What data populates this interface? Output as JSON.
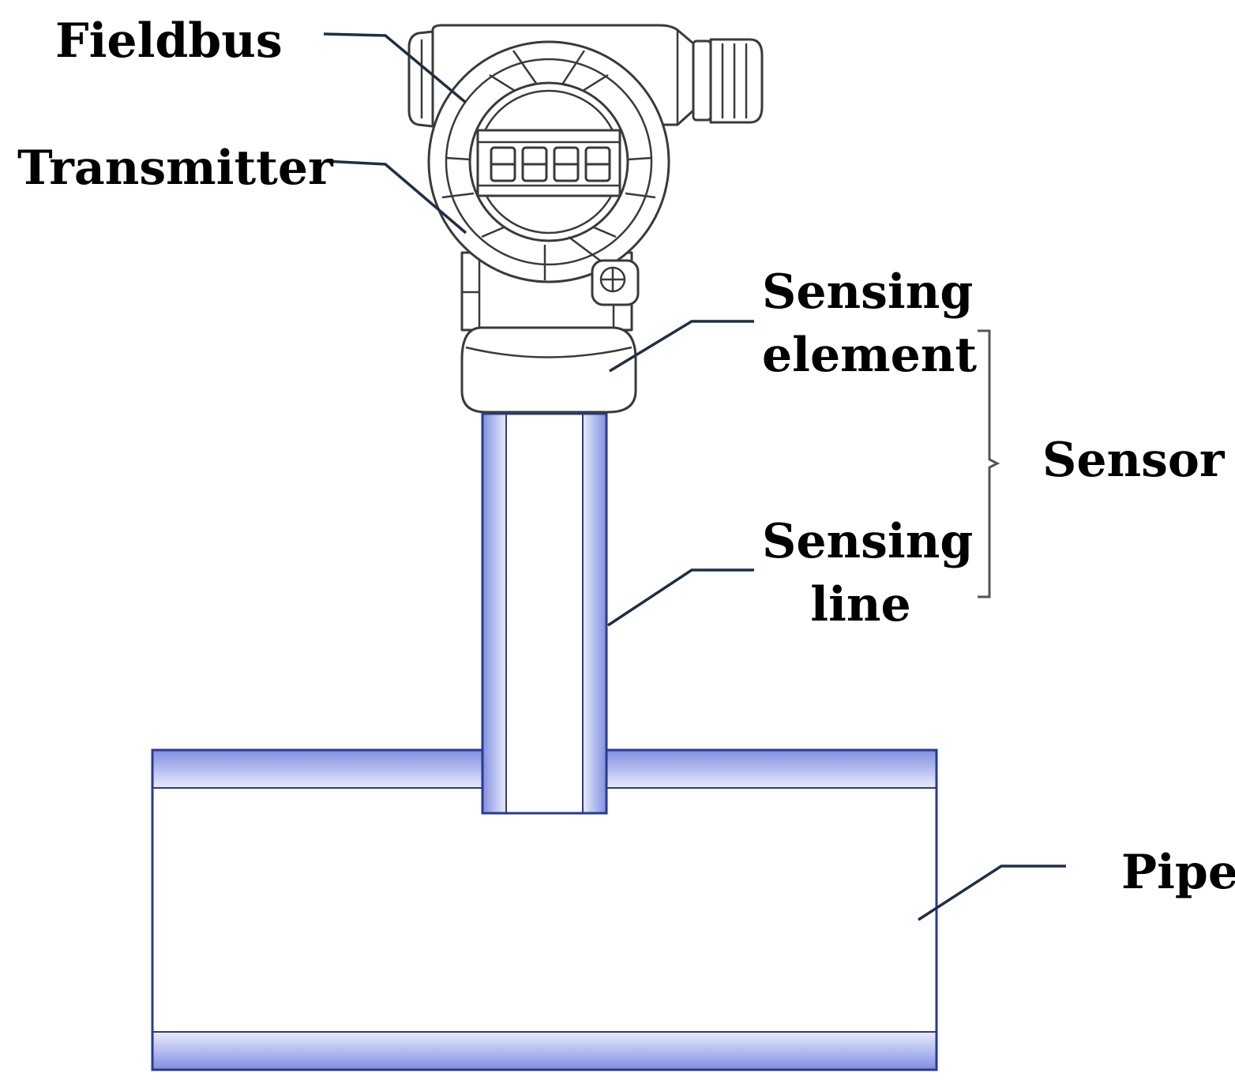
{
  "labels": {
    "fieldbus": "Fieldbus",
    "transmitter": "Transmitter",
    "sensing_element_line1": "Sensing",
    "sensing_element_line2": "element",
    "sensing_line_line1": "Sensing",
    "sensing_line_line2": "line",
    "sensor": "Sensor",
    "pipe": "Pipe"
  },
  "colors": {
    "wall_dark": "#7f8fe0",
    "wall_light": "#e8ebfb",
    "outline": "#3a3a3a",
    "leader": "#1f2f44"
  }
}
